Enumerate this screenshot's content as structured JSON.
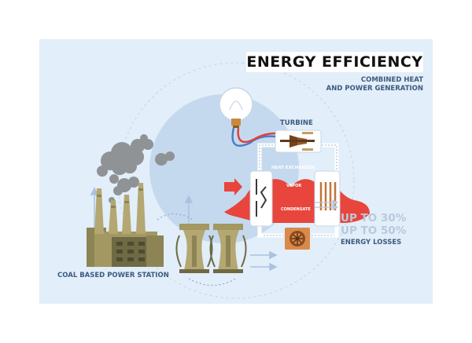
{
  "title": "ENERGY EFFICIENCY",
  "subtitle": [
    "COMBINED HEAT",
    "AND POWER GENERATION"
  ],
  "labels": {
    "turbine": "TURBINE",
    "heat_exchanger": "HEAT EXCHANGER",
    "vapor": "VAPOR",
    "condensate": "CONDENSATE",
    "efficiency_30": "UP TO 30%",
    "efficiency_50": "UP TO 50%",
    "energy_losses": "ENERGY LOSSES",
    "coal_station": "COAL BASED POWER STATION"
  },
  "icons": [
    "light-bulb-icon",
    "turbine-icon",
    "heat-exchanger-icon",
    "fan-icon",
    "smoke-cloud-icon",
    "chimney-icon",
    "cooling-tower-icon",
    "flame-icon",
    "arrow-right-icon"
  ],
  "colors": {
    "background": "#e2eef9",
    "circle": "#c5d9ee",
    "flame": "#e8453c",
    "building": "#b4a772",
    "building_dark": "#6e6a44",
    "pipe_red": "#e04040",
    "pipe_blue": "#4a7fc4",
    "title_text": "#111111",
    "label_text": "#3c5a7e"
  }
}
